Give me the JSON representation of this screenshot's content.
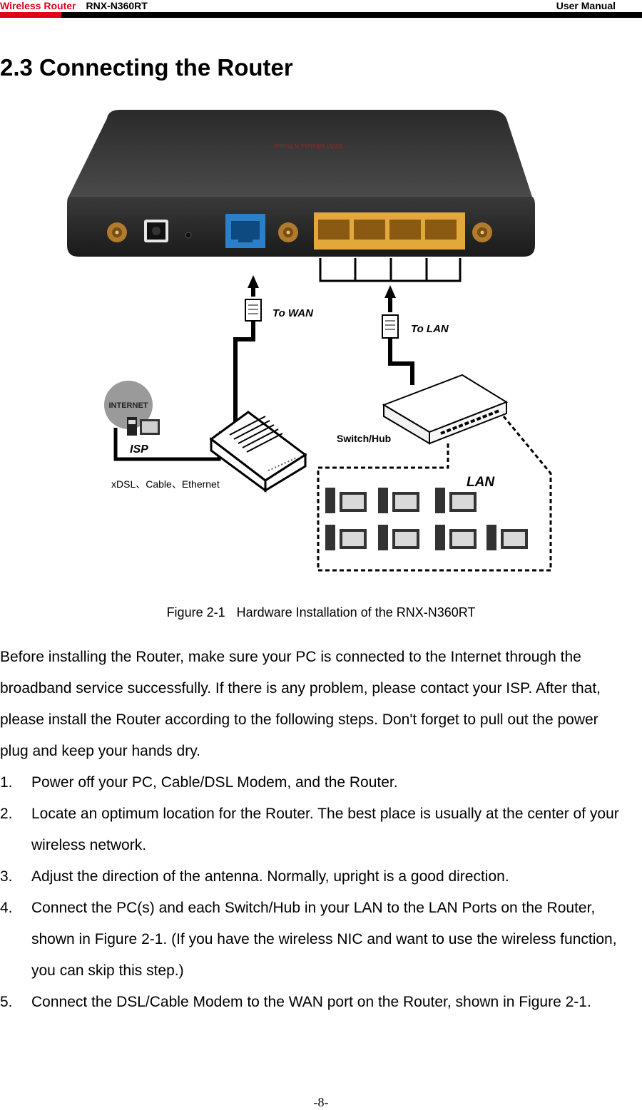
{
  "header": {
    "brand": "Wireless Router",
    "model": "RNX-N360RT",
    "doc_type": "User Manual",
    "accent_color": "#e2001a"
  },
  "section_title": "2.3 Connecting the Router",
  "figure": {
    "labels": {
      "to_wan": "To WAN",
      "to_lan": "To LAN",
      "internet": "INTERNET",
      "isp": "ISP",
      "switch_hub": "Switch/Hub",
      "connection_types": "xDSL、Cable、Ethernet",
      "lan": "LAN"
    },
    "caption_number": "Figure 2-1",
    "caption_text": "Hardware Installation of the RNX-N360RT"
  },
  "intro": "Before installing the Router, make sure your PC is connected to the Internet through the broadband service successfully. If there is any problem, please contact your ISP. After that, please install the Router according to the following steps. Don't forget to pull out the power plug and keep your hands dry.",
  "steps": [
    {
      "num": "1.",
      "text": "Power off your PC, Cable/DSL Modem, and the Router."
    },
    {
      "num": "2.",
      "text": "Locate an optimum location for the Router. The best place is usually at the center of your wireless network."
    },
    {
      "num": "3.",
      "text": "Adjust the direction of the antenna. Normally, upright is a good direction."
    },
    {
      "num": "4.",
      "text": "Connect the PC(s) and each Switch/Hub in your LAN to the LAN Ports on the Router, shown in Figure 2-1. (If you have the wireless NIC and want to use the wireless function, you can skip this step.)"
    },
    {
      "num": "5.",
      "text": "Connect the DSL/Cable Modem to the WAN port on the Router, shown in Figure 2-1."
    }
  ],
  "page_number": "-8-"
}
